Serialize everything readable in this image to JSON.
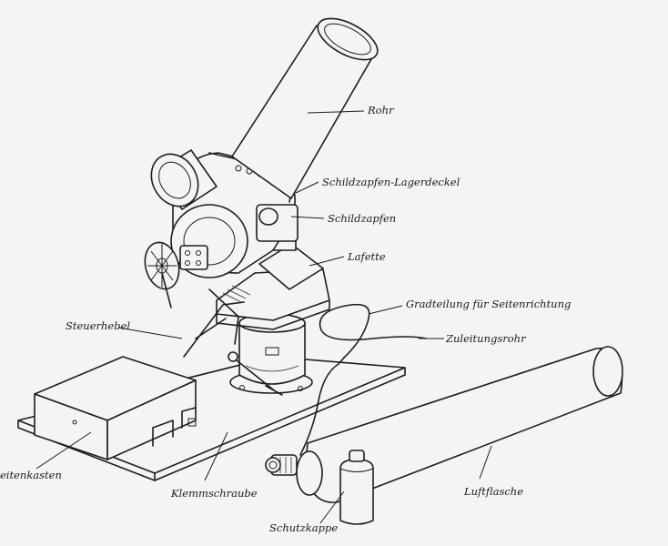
{
  "labels": {
    "rohr": "Rohr",
    "schildzapfen_lagerdeckel": "Schildzapfen-Lagerdeckel",
    "schildzapfen": "Schildzapfen",
    "lafette": "Lafette",
    "gradteilung": "Gradteilung für Seitenrichtung",
    "zuleitungsrohr": "Zuleitungsrohr",
    "steuerhebel": "Steuerhebel",
    "luftflasche": "Luftflasche",
    "seitenkasten": "eitenkasten",
    "klemmschraube": "Klemmschraube",
    "schutzkappe": "Schutzkappe"
  },
  "colors": {
    "paper": "#f4f4f2",
    "ink": "#1d1d1d"
  }
}
